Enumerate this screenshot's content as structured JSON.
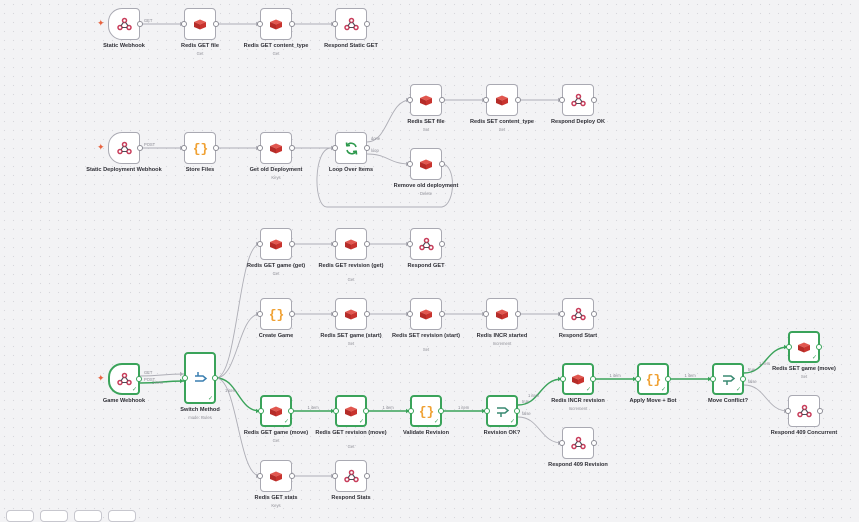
{
  "colors": {
    "edge": "#aeaeb6",
    "edge_active": "#3aa35a",
    "redis": "#d73a35",
    "code": "#f0a133",
    "webhook": "#c83c5a",
    "loop": "#2f9a4e",
    "router": "#3a8a72"
  },
  "nodes": [
    {
      "id": "sw",
      "label": "Static Webhook",
      "sub": "",
      "icon": "webhook",
      "kind": "trigger",
      "state": "idle"
    },
    {
      "id": "rgf",
      "label": "Redis GET file",
      "sub": "Get",
      "icon": "redis",
      "state": "idle"
    },
    {
      "id": "rgct",
      "label": "Redis GET content_type",
      "sub": "Get",
      "icon": "redis",
      "state": "idle"
    },
    {
      "id": "rsg",
      "label": "Respond Static GET",
      "sub": "",
      "icon": "webhook",
      "state": "idle"
    },
    {
      "id": "rsf",
      "label": "Redis SET file",
      "sub": "Set",
      "icon": "redis",
      "state": "idle"
    },
    {
      "id": "rsct",
      "label": "Redis SET content_type",
      "sub": "Set",
      "icon": "redis",
      "state": "idle"
    },
    {
      "id": "rdo",
      "label": "Respond Deploy OK",
      "sub": "",
      "icon": "webhook",
      "state": "idle"
    },
    {
      "id": "sdw",
      "label": "Static Deployment Webhook",
      "sub": "",
      "icon": "webhook",
      "kind": "trigger",
      "state": "idle"
    },
    {
      "id": "sf",
      "label": "Store Files",
      "sub": "",
      "icon": "code",
      "state": "idle"
    },
    {
      "id": "god",
      "label": "Get old Deployment",
      "sub": "Keys",
      "icon": "redis",
      "state": "idle"
    },
    {
      "id": "loi",
      "label": "Loop Over Items",
      "sub": "",
      "icon": "loop",
      "state": "idle"
    },
    {
      "id": "rod",
      "label": "Remove old deployment",
      "sub": "Delete",
      "icon": "redis",
      "state": "idle"
    },
    {
      "id": "rgg",
      "label": "Redis GET game (get)",
      "sub": "Get",
      "icon": "redis",
      "state": "idle"
    },
    {
      "id": "rgr",
      "label": "Redis GET revision (get)",
      "sub": "Get",
      "icon": "redis",
      "state": "idle"
    },
    {
      "id": "rget",
      "label": "Respond GET",
      "sub": "",
      "icon": "webhook",
      "state": "idle"
    },
    {
      "id": "cg",
      "label": "Create Game",
      "sub": "",
      "icon": "code",
      "state": "idle"
    },
    {
      "id": "rsgs",
      "label": "Redis SET game (start)",
      "sub": "Set",
      "icon": "redis",
      "state": "idle"
    },
    {
      "id": "rsrs",
      "label": "Redis SET revision (start)",
      "sub": "Set",
      "icon": "redis",
      "state": "idle"
    },
    {
      "id": "ris",
      "label": "Redis INCR started",
      "sub": "Increment",
      "icon": "redis",
      "state": "idle"
    },
    {
      "id": "rstart",
      "label": "Respond Start",
      "sub": "",
      "icon": "webhook",
      "state": "idle"
    },
    {
      "id": "gw",
      "label": "Game Webhook",
      "sub": "",
      "icon": "webhook",
      "kind": "trigger",
      "state": "ok"
    },
    {
      "id": "sm",
      "label": "Switch Method",
      "sub": "mode: Rules",
      "icon": "switch",
      "kind": "switch",
      "state": "ok"
    },
    {
      "id": "rggm",
      "label": "Redis GET game (move)",
      "sub": "Get",
      "icon": "redis",
      "state": "ok"
    },
    {
      "id": "rgrm",
      "label": "Redis GET revision (move)",
      "sub": "Get",
      "icon": "redis",
      "state": "ok"
    },
    {
      "id": "vr",
      "label": "Validate Revision",
      "sub": "",
      "icon": "code",
      "state": "ok"
    },
    {
      "id": "rok",
      "label": "Revision OK?",
      "sub": "",
      "icon": "if",
      "state": "ok"
    },
    {
      "id": "rir",
      "label": "Redis INCR revision",
      "sub": "Increment",
      "icon": "redis",
      "state": "ok"
    },
    {
      "id": "amb",
      "label": "Apply Move + Bot",
      "sub": "",
      "icon": "code",
      "state": "ok"
    },
    {
      "id": "mc",
      "label": "Move Conflict?",
      "sub": "",
      "icon": "if",
      "state": "ok"
    },
    {
      "id": "rsgm",
      "label": "Redis SET game (move)",
      "sub": "Set",
      "icon": "redis",
      "state": "ok"
    },
    {
      "id": "r409c",
      "label": "Respond 409 Concurrent",
      "sub": "",
      "icon": "webhook",
      "state": "idle"
    },
    {
      "id": "r409r",
      "label": "Respond 409 Revision",
      "sub": "",
      "icon": "webhook",
      "state": "idle"
    },
    {
      "id": "rgs",
      "label": "Redis GET stats",
      "sub": "Keys",
      "icon": "redis",
      "state": "idle"
    },
    {
      "id": "rstats",
      "label": "Respond Stats",
      "sub": "",
      "icon": "webhook",
      "state": "idle"
    }
  ],
  "edges": [
    {
      "from": "sw",
      "to": "rgf",
      "label": "GET"
    },
    {
      "from": "rgf",
      "to": "rgct"
    },
    {
      "from": "rgct",
      "to": "rsg"
    },
    {
      "from": "sdw",
      "to": "sf",
      "label": "POST"
    },
    {
      "from": "sf",
      "to": "god"
    },
    {
      "from": "god",
      "to": "loi"
    },
    {
      "from": "loi",
      "to": "rsf",
      "label": "done"
    },
    {
      "from": "loi",
      "to": "rod",
      "label": "loop"
    },
    {
      "from": "rsf",
      "to": "rsct"
    },
    {
      "from": "rsct",
      "to": "rdo"
    },
    {
      "from": "rod",
      "to": "loi",
      "kind": "back"
    },
    {
      "from": "gw",
      "to": "sm",
      "label": "GET",
      "active": false
    },
    {
      "from": "gw",
      "to": "sm",
      "label": "POST",
      "active": true,
      "count": "1 item"
    },
    {
      "from": "sm",
      "to": "rgg"
    },
    {
      "from": "sm",
      "to": "cg"
    },
    {
      "from": "sm",
      "to": "rggm",
      "active": true,
      "count": "1 item"
    },
    {
      "from": "sm",
      "to": "rgs"
    },
    {
      "from": "rgg",
      "to": "rgr"
    },
    {
      "from": "rgr",
      "to": "rget"
    },
    {
      "from": "cg",
      "to": "rsgs"
    },
    {
      "from": "rsgs",
      "to": "rsrs"
    },
    {
      "from": "rsrs",
      "to": "ris"
    },
    {
      "from": "ris",
      "to": "rstart"
    },
    {
      "from": "rggm",
      "to": "rgrm",
      "active": true,
      "count": "1 item"
    },
    {
      "from": "rgrm",
      "to": "vr",
      "active": true,
      "count": "1 item"
    },
    {
      "from": "vr",
      "to": "rok",
      "active": true,
      "count": "1 item"
    },
    {
      "from": "rok",
      "to": "rir",
      "active": true,
      "label": "true",
      "count": "1 item"
    },
    {
      "from": "rok",
      "to": "r409r",
      "label": "false"
    },
    {
      "from": "rir",
      "to": "amb",
      "active": true,
      "count": "1 item"
    },
    {
      "from": "amb",
      "to": "mc",
      "active": true,
      "count": "1 item"
    },
    {
      "from": "mc",
      "to": "rsgm",
      "active": true,
      "label": "true",
      "count": "1 item"
    },
    {
      "from": "mc",
      "to": "r409c",
      "label": "false"
    },
    {
      "from": "rgs",
      "to": "rstats"
    }
  ]
}
